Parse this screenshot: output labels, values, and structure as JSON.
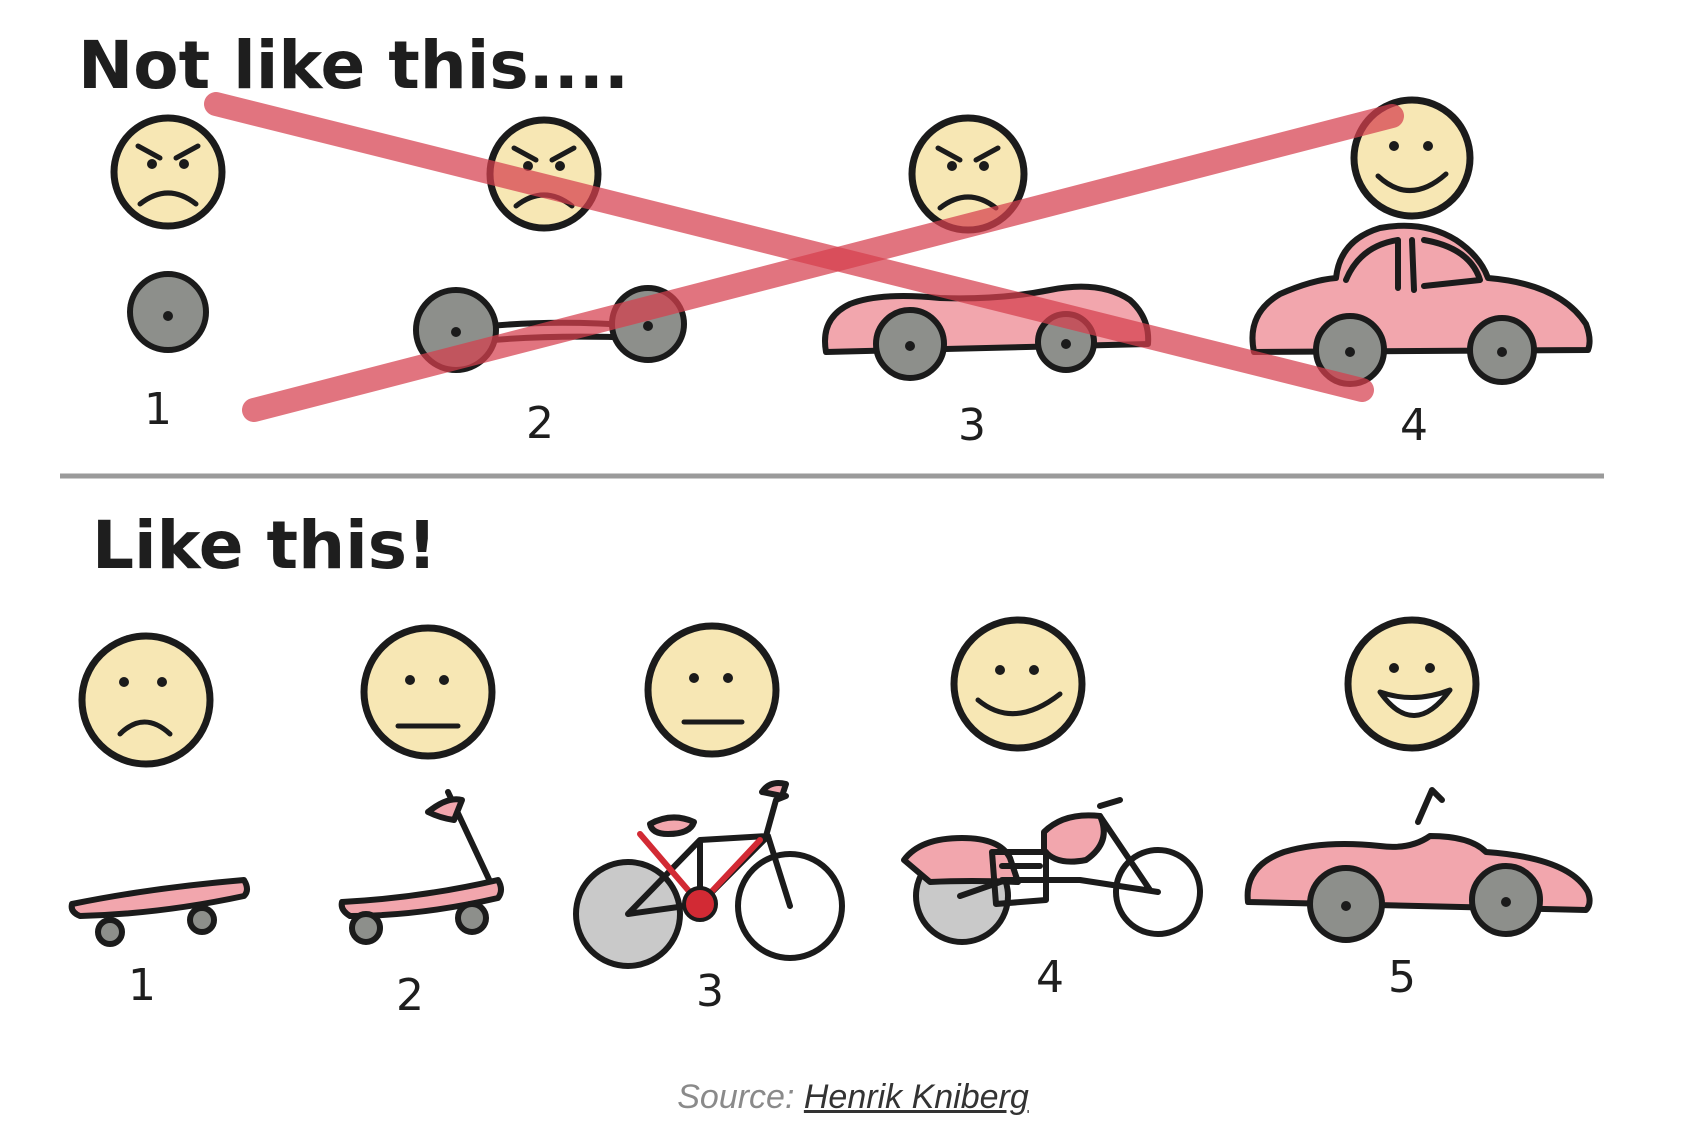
{
  "top_heading": "Not like this....",
  "bottom_heading": "Like this!",
  "top_steps": [
    {
      "number": "1",
      "icon": "wheel-icon",
      "mood": "angry"
    },
    {
      "number": "2",
      "icon": "axle-icon",
      "mood": "angry"
    },
    {
      "number": "3",
      "icon": "car-chassis-icon",
      "mood": "angry"
    },
    {
      "number": "4",
      "icon": "car-icon",
      "mood": "happy"
    }
  ],
  "bottom_steps": [
    {
      "number": "1",
      "icon": "skateboard-icon",
      "mood": "sad"
    },
    {
      "number": "2",
      "icon": "scooter-icon",
      "mood": "neutral"
    },
    {
      "number": "3",
      "icon": "bicycle-icon",
      "mood": "neutral"
    },
    {
      "number": "4",
      "icon": "motorcycle-icon",
      "mood": "smile"
    },
    {
      "number": "5",
      "icon": "convertible-icon",
      "mood": "laugh"
    }
  ],
  "source": {
    "prefix": "Source:",
    "link_text": "Henrik Kniberg"
  },
  "colors": {
    "face": "#f7e7b4",
    "vehicle": "#f2a6ad",
    "cross": "#d6404e",
    "divider": "#9a9a9a",
    "wheel": "#8d8f8b"
  }
}
